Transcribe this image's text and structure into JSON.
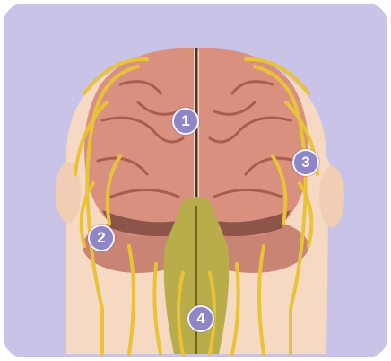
{
  "markers": [
    {
      "label": "1"
    },
    {
      "label": "2"
    },
    {
      "label": "3"
    },
    {
      "label": "4"
    }
  ],
  "colors": {
    "background": "#c9c4e7",
    "head": "#f6d9c2",
    "brain": "#d9907f",
    "brain_shadow": "#a85d4f",
    "nerves": "#e8c23a",
    "brainstem": "#b8ad4a",
    "marker": "#8f86c6"
  }
}
